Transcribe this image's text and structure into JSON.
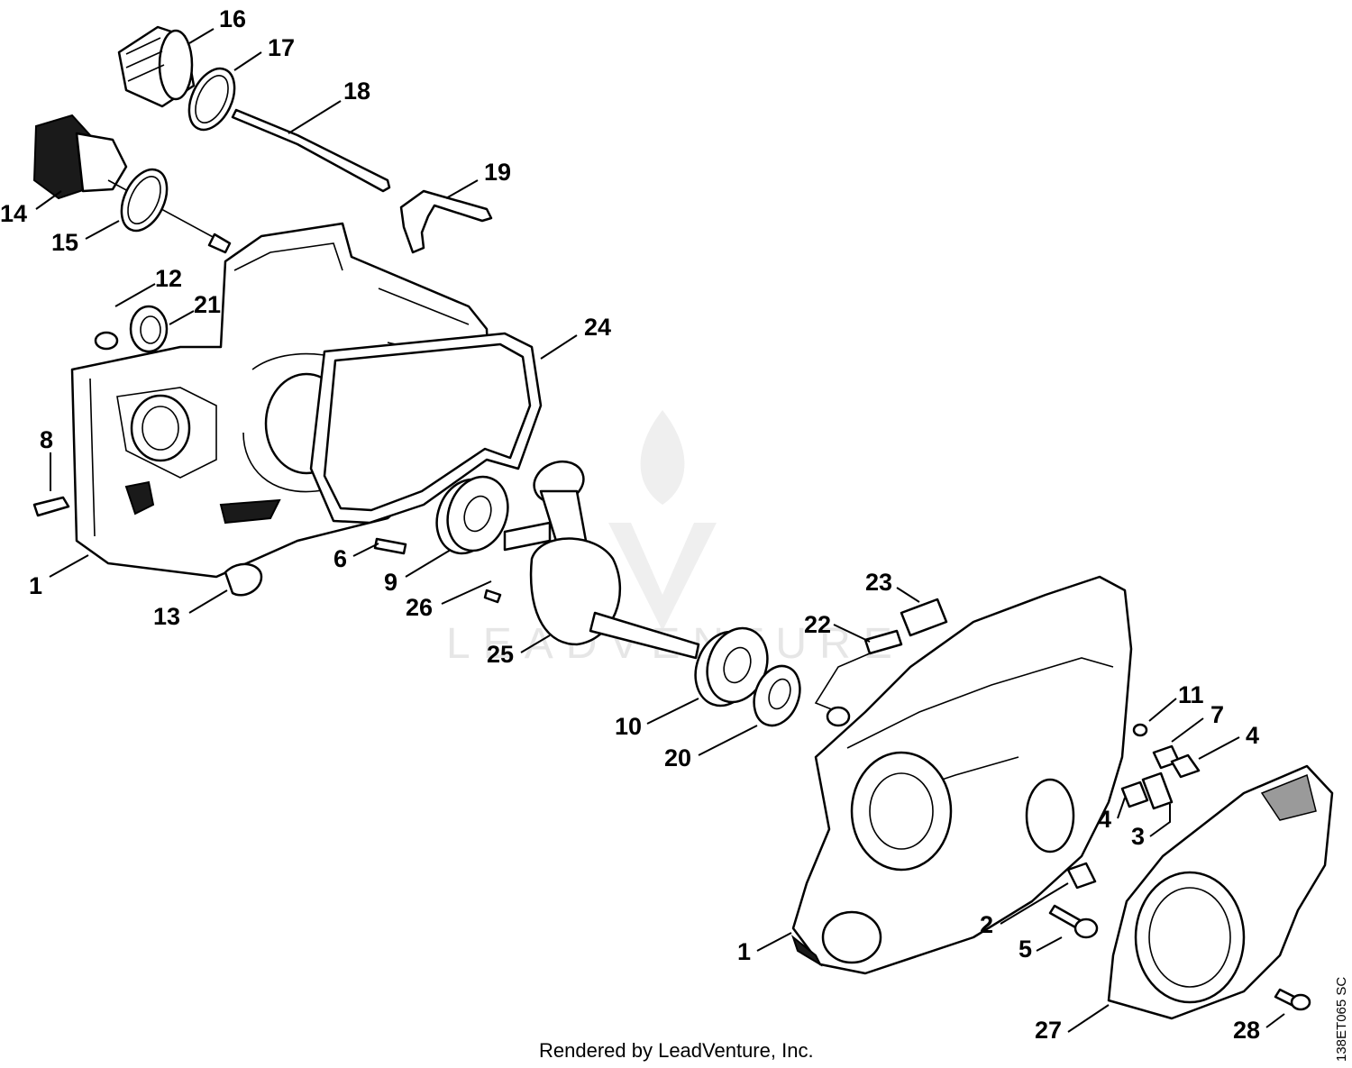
{
  "callouts": [
    {
      "id": "c16",
      "label": "16"
    },
    {
      "id": "c17",
      "label": "17"
    },
    {
      "id": "c18",
      "label": "18"
    },
    {
      "id": "c19",
      "label": "19"
    },
    {
      "id": "c14",
      "label": "14"
    },
    {
      "id": "c15",
      "label": "15"
    },
    {
      "id": "c12",
      "label": "12"
    },
    {
      "id": "c21",
      "label": "21"
    },
    {
      "id": "c24",
      "label": "24"
    },
    {
      "id": "c8",
      "label": "8"
    },
    {
      "id": "c1a",
      "label": "1"
    },
    {
      "id": "c13",
      "label": "13"
    },
    {
      "id": "c6",
      "label": "6"
    },
    {
      "id": "c9",
      "label": "9"
    },
    {
      "id": "c26",
      "label": "26"
    },
    {
      "id": "c25",
      "label": "25"
    },
    {
      "id": "c23",
      "label": "23"
    },
    {
      "id": "c22",
      "label": "22"
    },
    {
      "id": "c10",
      "label": "10"
    },
    {
      "id": "c20",
      "label": "20"
    },
    {
      "id": "c11",
      "label": "11"
    },
    {
      "id": "c7",
      "label": "7"
    },
    {
      "id": "c4a",
      "label": "4"
    },
    {
      "id": "c4b",
      "label": "4"
    },
    {
      "id": "c3",
      "label": "3"
    },
    {
      "id": "c2",
      "label": "2"
    },
    {
      "id": "c5",
      "label": "5"
    },
    {
      "id": "c1b",
      "label": "1"
    },
    {
      "id": "c27",
      "label": "27"
    },
    {
      "id": "c28",
      "label": "28"
    }
  ],
  "footer_text": "Rendered by LeadVenture, Inc.",
  "diagram_code": "138ET065 SC",
  "watermark_text": "LEADVENTURE",
  "colors": {
    "ink": "#000000",
    "watermark": "#e6e6e6",
    "background": "#ffffff"
  }
}
